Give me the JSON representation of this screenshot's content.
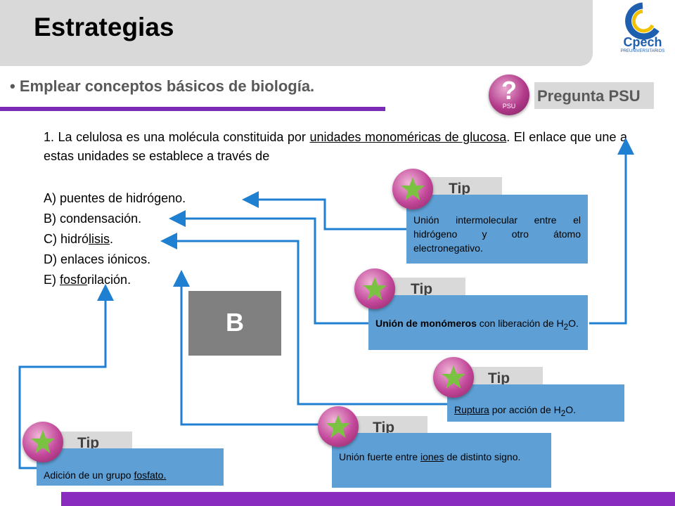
{
  "header": {
    "title": "Estrategias",
    "logo_text": "Cpech",
    "logo_subtext": "PREUNIVERSITARIOS"
  },
  "subtitle": "Emplear conceptos básicos de biología.",
  "badge": {
    "label": "Pregunta PSU",
    "icon_text": "?",
    "icon_subtext": "PSU"
  },
  "question": {
    "p1": "1. La celulosa es una molécula constituida por ",
    "u1": "unidades monoméricas de glucosa",
    "p2": ". El enlace que une a estas unidades se establece a través de"
  },
  "options": {
    "a": "A) puentes de hidrógeno.",
    "b": "B) condensación.",
    "c_pre": "C) hidró",
    "c_u": "lisis",
    "c_post": ".",
    "d": "D) enlaces iónicos.",
    "e_pre": "E) ",
    "e_u": "fosfo",
    "e_post": "rilación."
  },
  "answer": "B",
  "tips": {
    "label": "Tip",
    "t1": "Unión intermolecular entre el hidrógeno y otro átomo electronegativo.",
    "t2_bold": "Unión de monómeros",
    "t2_rest": " con liberación de H",
    "t2_sub": "2",
    "t2_end": "O.",
    "t3_u": "Ruptura",
    "t3_rest": " por acción de H",
    "t3_sub": "2",
    "t3_end": "O.",
    "t4_pre": "Unión fuerte entre ",
    "t4_u": "iones",
    "t4_post": " de distinto signo.",
    "t5_pre": "Adición de un grupo ",
    "t5_u": "fosfato."
  },
  "colors": {
    "accent_purple": "#7b2bb5",
    "tip_blue": "#5ea0d6",
    "arrow_blue": "#1f7fd0",
    "star_green": "#7cc242"
  }
}
